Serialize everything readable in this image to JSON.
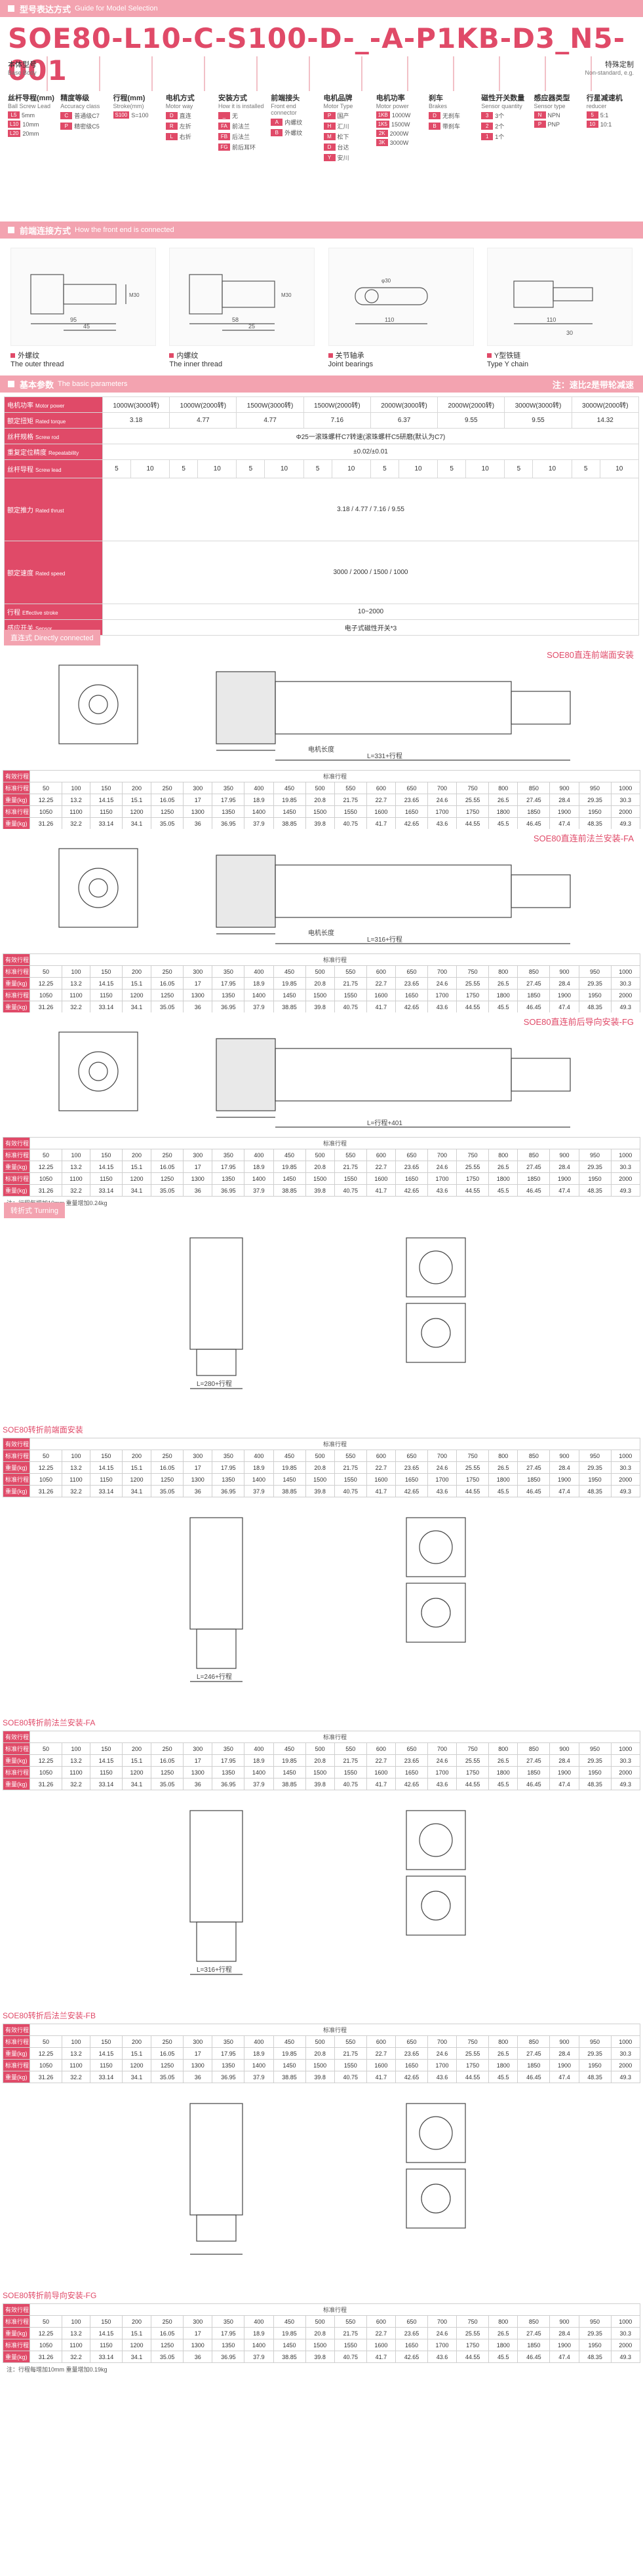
{
  "model": {
    "code": "SOE80-L10-C-S100-D-_-A-P1KB-D3_N5-001",
    "label_cn": "本体型号",
    "label_en": "Base Body",
    "special_cn": "特殊定制",
    "special_en": "Non-standard, e.g."
  },
  "model_sections": {
    "header": "型号表达方式",
    "header_en": "Guide for Model Selection"
  },
  "options": [
    {
      "title": "丝杆导程(mm)",
      "en": "Ball Screw Lead",
      "rows": [
        [
          "L5",
          "5mm"
        ],
        [
          "L10",
          "10mm"
        ],
        [
          "L20",
          "20mm"
        ]
      ]
    },
    {
      "title": "精度等级",
      "en": "Accuracy class",
      "rows": [
        [
          "C",
          "普通级C7"
        ],
        [
          "P",
          "精密级C5"
        ]
      ]
    },
    {
      "title": "行程(mm)",
      "en": "Stroke(mm)",
      "rows": [
        [
          "S100",
          "S=100"
        ]
      ]
    },
    {
      "title": "电机方式",
      "en": "Motor way",
      "rows": [
        [
          "D",
          "直连"
        ],
        [
          "R",
          "左折"
        ],
        [
          "L",
          "右折"
        ]
      ]
    },
    {
      "title": "安装方式",
      "en": "How it is installed",
      "rows": [
        [
          "_",
          "无"
        ],
        [
          "FA",
          "前法兰"
        ],
        [
          "FB",
          "后法兰"
        ],
        [
          "FG",
          "前后耳环"
        ]
      ]
    },
    {
      "title": "前端接头",
      "en": "Front end connector",
      "rows": [
        [
          "A",
          "内螺纹"
        ],
        [
          "B",
          "外螺纹"
        ]
      ]
    },
    {
      "title": "电机品牌",
      "en": "Motor Type",
      "rows": [
        [
          "P",
          "国产"
        ],
        [
          "H",
          "汇川"
        ],
        [
          "M",
          "松下"
        ],
        [
          "D",
          "台达"
        ],
        [
          "Y",
          "安川"
        ]
      ]
    },
    {
      "title": "电机功率",
      "en": "Motor power",
      "rows": [
        [
          "1KB",
          "1000W"
        ],
        [
          "1K5",
          "1500W"
        ],
        [
          "2K",
          "2000W"
        ],
        [
          "3K",
          "3000W"
        ]
      ]
    },
    {
      "title": "刹车",
      "en": "Brakes",
      "rows": [
        [
          "D",
          "无刹车"
        ],
        [
          "B",
          "带刹车"
        ]
      ]
    },
    {
      "title": "磁性开关数量",
      "en": "Sensor quantity",
      "rows": [
        [
          "3",
          "3个"
        ],
        [
          "2",
          "2个"
        ],
        [
          "1",
          "1个"
        ]
      ]
    },
    {
      "title": "感应器类型",
      "en": "Sensor type",
      "rows": [
        [
          "N",
          "NPN"
        ],
        [
          "P",
          "PNP"
        ]
      ]
    },
    {
      "title": "行星减速机",
      "en": "reducer",
      "rows": [
        [
          "5",
          "5:1"
        ],
        [
          "10",
          "10:1"
        ]
      ]
    }
  ],
  "connect": {
    "header": "前端连接方式",
    "header_en": "How the front end is connected",
    "items": [
      {
        "cn": "外螺纹",
        "en": "The outer thread"
      },
      {
        "cn": "内螺纹",
        "en": "The inner thread"
      },
      {
        "cn": "关节轴承",
        "en": "Joint bearings"
      },
      {
        "cn": "Y型铁链",
        "en": "Type Y chain"
      }
    ]
  },
  "params": {
    "header": "基本参数",
    "header_en": "The basic parameters",
    "note": "注：速比2是带轮减速",
    "rows": [
      {
        "label": "电机功率",
        "en": "Motor power",
        "cells": [
          "1000W(3000转)",
          "1000W(2000转)",
          "1500W(3000转)",
          "1500W(2000转)",
          "2000W(3000转)",
          "2000W(2000转)",
          "3000W(3000转)",
          "3000W(2000转)"
        ]
      },
      {
        "label": "额定扭矩",
        "en": "Rated torque",
        "cells": [
          "3.18",
          "4.77",
          "4.77",
          "7.16",
          "6.37",
          "9.55",
          "9.55",
          "14.32"
        ]
      },
      {
        "label": "丝杆规格",
        "en": "Screw rod",
        "cells": [
          "Φ25一滚珠螺杆C7转速(滚珠螺杆C5研磨(默认为C7)"
        ]
      },
      {
        "label": "重复定位精度",
        "en": "Repeatability",
        "cells": [
          "±0.02/±0.01"
        ]
      },
      {
        "label": "丝杆导程",
        "en": "Screw lead",
        "cells": [
          "5",
          "10",
          "5",
          "10",
          "5",
          "10",
          "5",
          "10",
          "5",
          "10",
          "5",
          "10",
          "5",
          "10",
          "5",
          "10"
        ]
      },
      {
        "label": "额定推力",
        "en": "Rated thrust",
        "cells": [
          "3.18 / 4.77 / 7.16 / 9.55"
        ]
      },
      {
        "label": "额定速度",
        "en": "Rated speed",
        "cells": [
          "3000 / 2000 / 1500 / 1000"
        ]
      },
      {
        "label": "行程",
        "en": "Effective stroke",
        "cells": [
          "10~2000"
        ]
      },
      {
        "label": "感应开关",
        "en": "Sensor",
        "cells": [
          "电子式磁性开关*3"
        ]
      }
    ]
  },
  "straight": {
    "tag_cn": "直连式",
    "tag_en": "Directly connected",
    "blocks": [
      {
        "title": "SOE80直连前端面安装",
        "label_motor": "电机长度",
        "label_len": "L=331+行程"
      },
      {
        "title": "SOE80直连前法兰安装-FA",
        "label_motor": "电机长度",
        "label_len": "L=316+行程"
      },
      {
        "title": "SOE80直连前后导向安装-FG",
        "label_motor": "",
        "label_len": "L=行程+401"
      }
    ]
  },
  "turning": {
    "tag_cn": "转折式",
    "tag_en": "Turning",
    "blocks": [
      {
        "title": "SOE80转折前端面安装",
        "label_len": "L=280+行程"
      },
      {
        "title": "SOE80转折前法兰安装-FA",
        "label_len": "L=246+行程"
      },
      {
        "title": "SOE80转折后法兰安装-FB",
        "label_len": "L=316+行程"
      },
      {
        "title": "SOE80转折前导向安装-FG",
        "label_len": ""
      }
    ]
  },
  "stroke_table": {
    "row_labels": [
      "有效行程",
      "标准行程",
      "重量(kg)",
      "重量(kg)"
    ],
    "std_caption": "标准行程",
    "strokes": [
      "50",
      "100",
      "150",
      "200",
      "250",
      "300",
      "350",
      "400",
      "450",
      "500",
      "550",
      "600",
      "650",
      "700",
      "750",
      "800",
      "850",
      "900",
      "950",
      "1000"
    ],
    "weights_a": [
      "12.25",
      "13.2",
      "14.15",
      "15.1",
      "16.05",
      "17",
      "17.95",
      "18.9",
      "19.85",
      "20.8",
      "21.75",
      "22.7",
      "23.65",
      "24.6",
      "25.55",
      "26.5",
      "27.45",
      "28.4",
      "29.35",
      "30.3"
    ],
    "lengths": [
      "1050",
      "1100",
      "1150",
      "1200",
      "1250",
      "1300",
      "1350",
      "1400",
      "1450",
      "1500",
      "1550",
      "1600",
      "1650",
      "1700",
      "1750",
      "1800",
      "1850",
      "1900",
      "1950",
      "2000"
    ],
    "weights_b": [
      "31.26",
      "32.2",
      "33.14",
      "34.1",
      "35.05",
      "36",
      "36.95",
      "37.9",
      "38.85",
      "39.8",
      "40.75",
      "41.7",
      "42.65",
      "43.6",
      "44.55",
      "45.5",
      "46.45",
      "47.4",
      "48.35",
      "49.3"
    ],
    "note": "注：行程每增加10mm 重量增加0.19kg",
    "note_fg": "注：行程每增加10mm 重量增加0.24kg"
  }
}
